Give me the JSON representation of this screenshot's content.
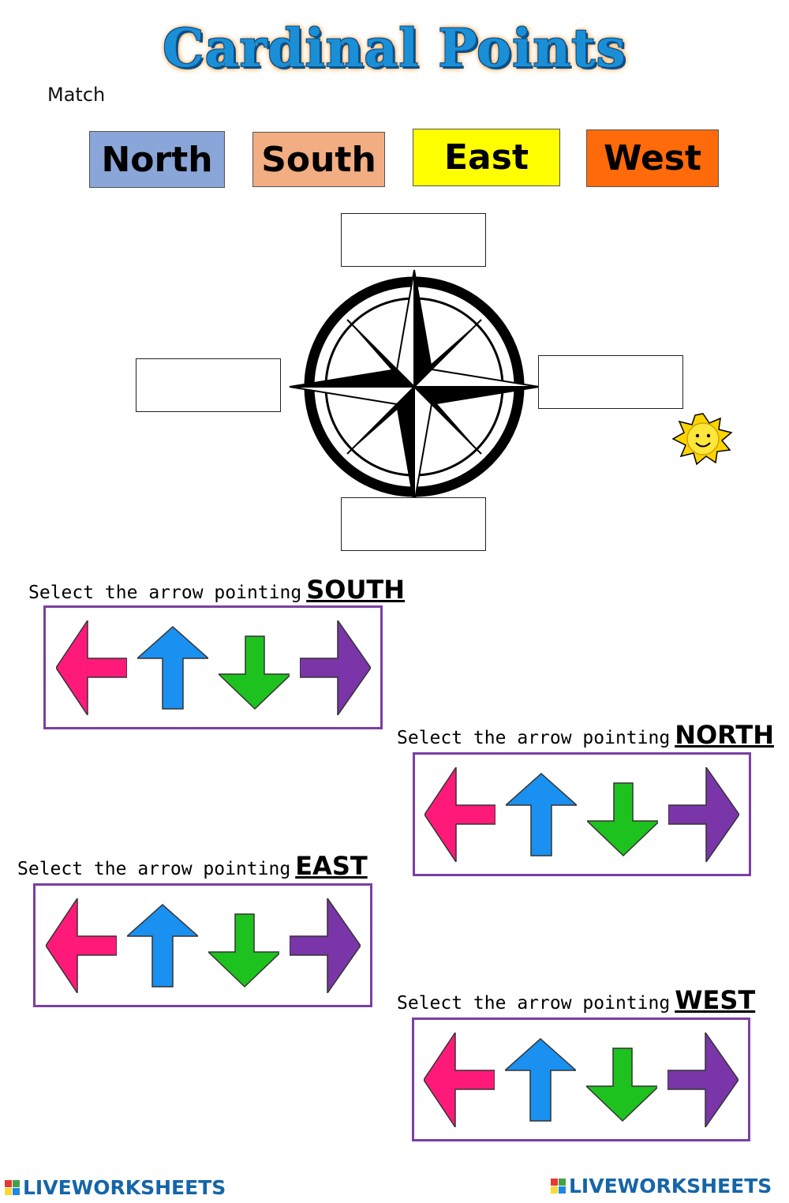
{
  "title": "Cardinal Points",
  "instruction": "Match",
  "direction_cards": [
    {
      "label": "North",
      "color": "#8aa6d8"
    },
    {
      "label": "South",
      "color": "#f2ad82"
    },
    {
      "label": "East",
      "color": "#ffff00"
    },
    {
      "label": "West",
      "color": "#ff6a0a"
    }
  ],
  "compass": {
    "icon": "compass-rose-icon",
    "decoration_icon": "sun-icon"
  },
  "questions": [
    {
      "prompt": "Select the arrow pointing",
      "direction": "SOUTH"
    },
    {
      "prompt": "Select the arrow pointing",
      "direction": "NORTH"
    },
    {
      "prompt": "Select the arrow pointing",
      "direction": "EAST"
    },
    {
      "prompt": "Select the arrow pointing",
      "direction": "WEST"
    }
  ],
  "arrow_options": [
    {
      "icon": "left-arrow-icon",
      "color": "#ff1a7a"
    },
    {
      "icon": "up-arrow-icon",
      "color": "#1a90f0"
    },
    {
      "icon": "down-arrow-icon",
      "color": "#1ec21e"
    },
    {
      "icon": "right-arrow-icon",
      "color": "#7a35a8"
    }
  ],
  "footer": {
    "brand": "LIVEWORKSHEETS"
  }
}
